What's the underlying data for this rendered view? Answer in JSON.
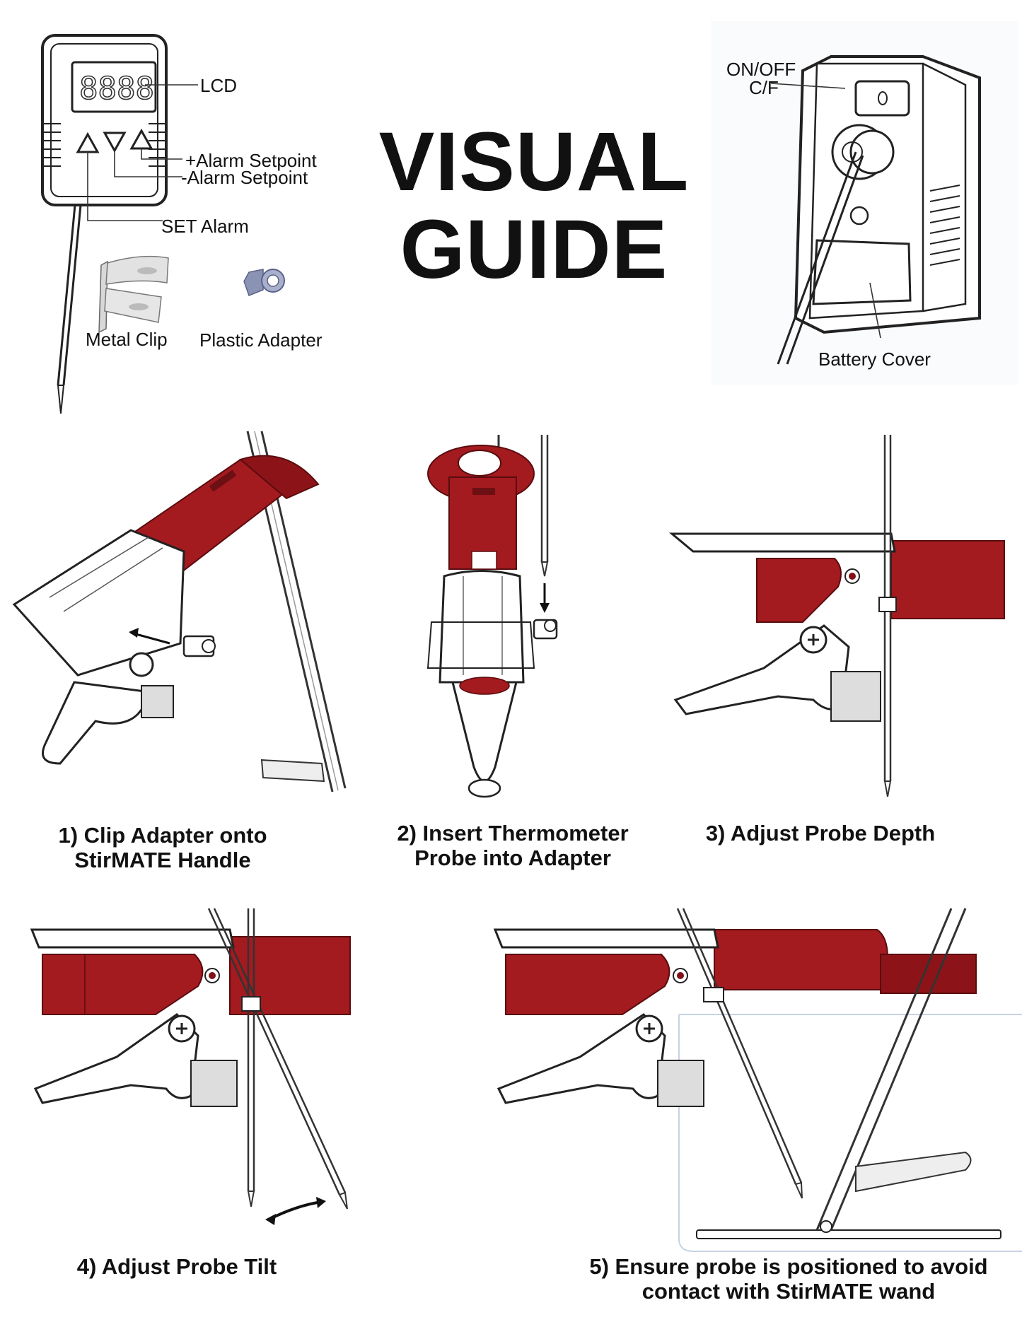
{
  "title": {
    "line1": "VISUAL",
    "line2": "GUIDE"
  },
  "device_front": {
    "labels": {
      "lcd": "LCD",
      "plus_alarm": "+Alarm Setpoint",
      "minus_alarm": "-Alarm Setpoint",
      "set_alarm": "SET Alarm"
    }
  },
  "accessories": {
    "metal_clip": "Metal Clip",
    "plastic_adapter": "Plastic Adapter"
  },
  "device_back": {
    "labels": {
      "on_off": "ON/OFF",
      "cf": "C/F",
      "battery_cover": "Battery Cover"
    }
  },
  "steps": [
    {
      "line1": "1) Clip Adapter onto",
      "line2": "StirMATE Handle"
    },
    {
      "line1": "2) Insert Thermometer",
      "line2": "Probe into Adapter"
    },
    {
      "line1": "3) Adjust Probe Depth",
      "line2": ""
    },
    {
      "line1": "4) Adjust Probe Tilt",
      "line2": ""
    },
    {
      "line1": "5) Ensure probe is positioned to avoid",
      "line2": "contact with StirMATE wand"
    }
  ],
  "colors": {
    "accent_red": "#a31a1f",
    "dark_red": "#7e1216",
    "line": "#222222",
    "adapter": "#8b93b5"
  }
}
